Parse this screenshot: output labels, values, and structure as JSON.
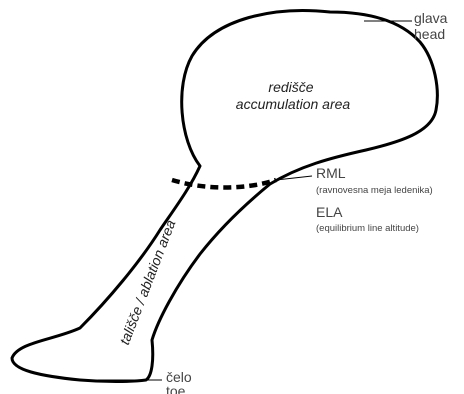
{
  "labels": {
    "head_sl": "glava",
    "head_en": "head",
    "toe_sl": "čelo",
    "toe_en": "toe",
    "rml": "RML",
    "rml_full": "(ravnovesna meja ledenika)",
    "ela": "ELA",
    "ela_full": "(equilibrium line altitude)",
    "accumulation_sl": "redišče",
    "accumulation_en": "accumulation area",
    "ablation": "tališče / ablation area"
  }
}
